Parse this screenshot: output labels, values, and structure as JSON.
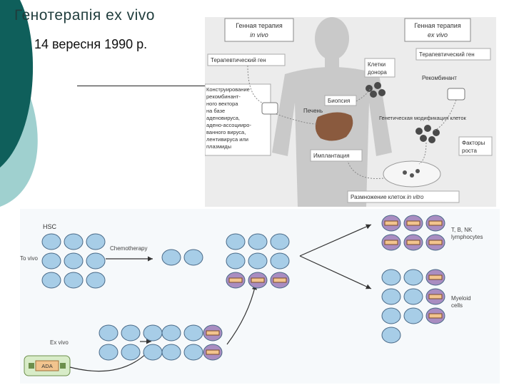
{
  "slide": {
    "title": "Генотерапія ex vivo",
    "subtitle": "14 вересня 1990 р."
  },
  "top_figure": {
    "box_left_title": "Генная терапия",
    "box_left_sub": "in vivo",
    "box_right_title": "Генная терапия",
    "box_right_sub": "ex vivo",
    "therapeutic_gene_left": "Терапевтический ген",
    "therapeutic_gene_right": "Терапевтический ген",
    "donor_cells": [
      "Клетки",
      "донора"
    ],
    "recombinant": "Рекомбинант",
    "construct_text": [
      "Конструирование",
      "рекомбинант-",
      "ного вектора",
      "на базе",
      "аденовируса,",
      "адено-ассоцииро-",
      "ванного вируса,",
      "лентивируса или",
      "плазмиды"
    ],
    "biopsy": "Биопсия",
    "liver": "Печень",
    "genetic_mod": "Генетическая модификация клеток",
    "factors": [
      "Факторы",
      "роста"
    ],
    "implantation": "Имплантация",
    "propagation_prefix": "Размножение клеток",
    "propagation_italic": "in vitro"
  },
  "bottom_figure": {
    "hsc": "HSC",
    "to_vivo": "To vivo",
    "chemo": "Chemotherapy",
    "ex_vivo": "Ex vivo",
    "ada": "ADA",
    "tbnk": [
      "T, B, NK",
      "lymphocytes"
    ],
    "myeloid": [
      "Myeloid",
      "cells"
    ]
  },
  "colors": {
    "teal_dark": "#0f5f5b",
    "teal_light": "#9fd0cf",
    "cell_blue": "#a7cde7",
    "cell_purple": "#a98dc1",
    "photo_bg": "#ececec"
  }
}
